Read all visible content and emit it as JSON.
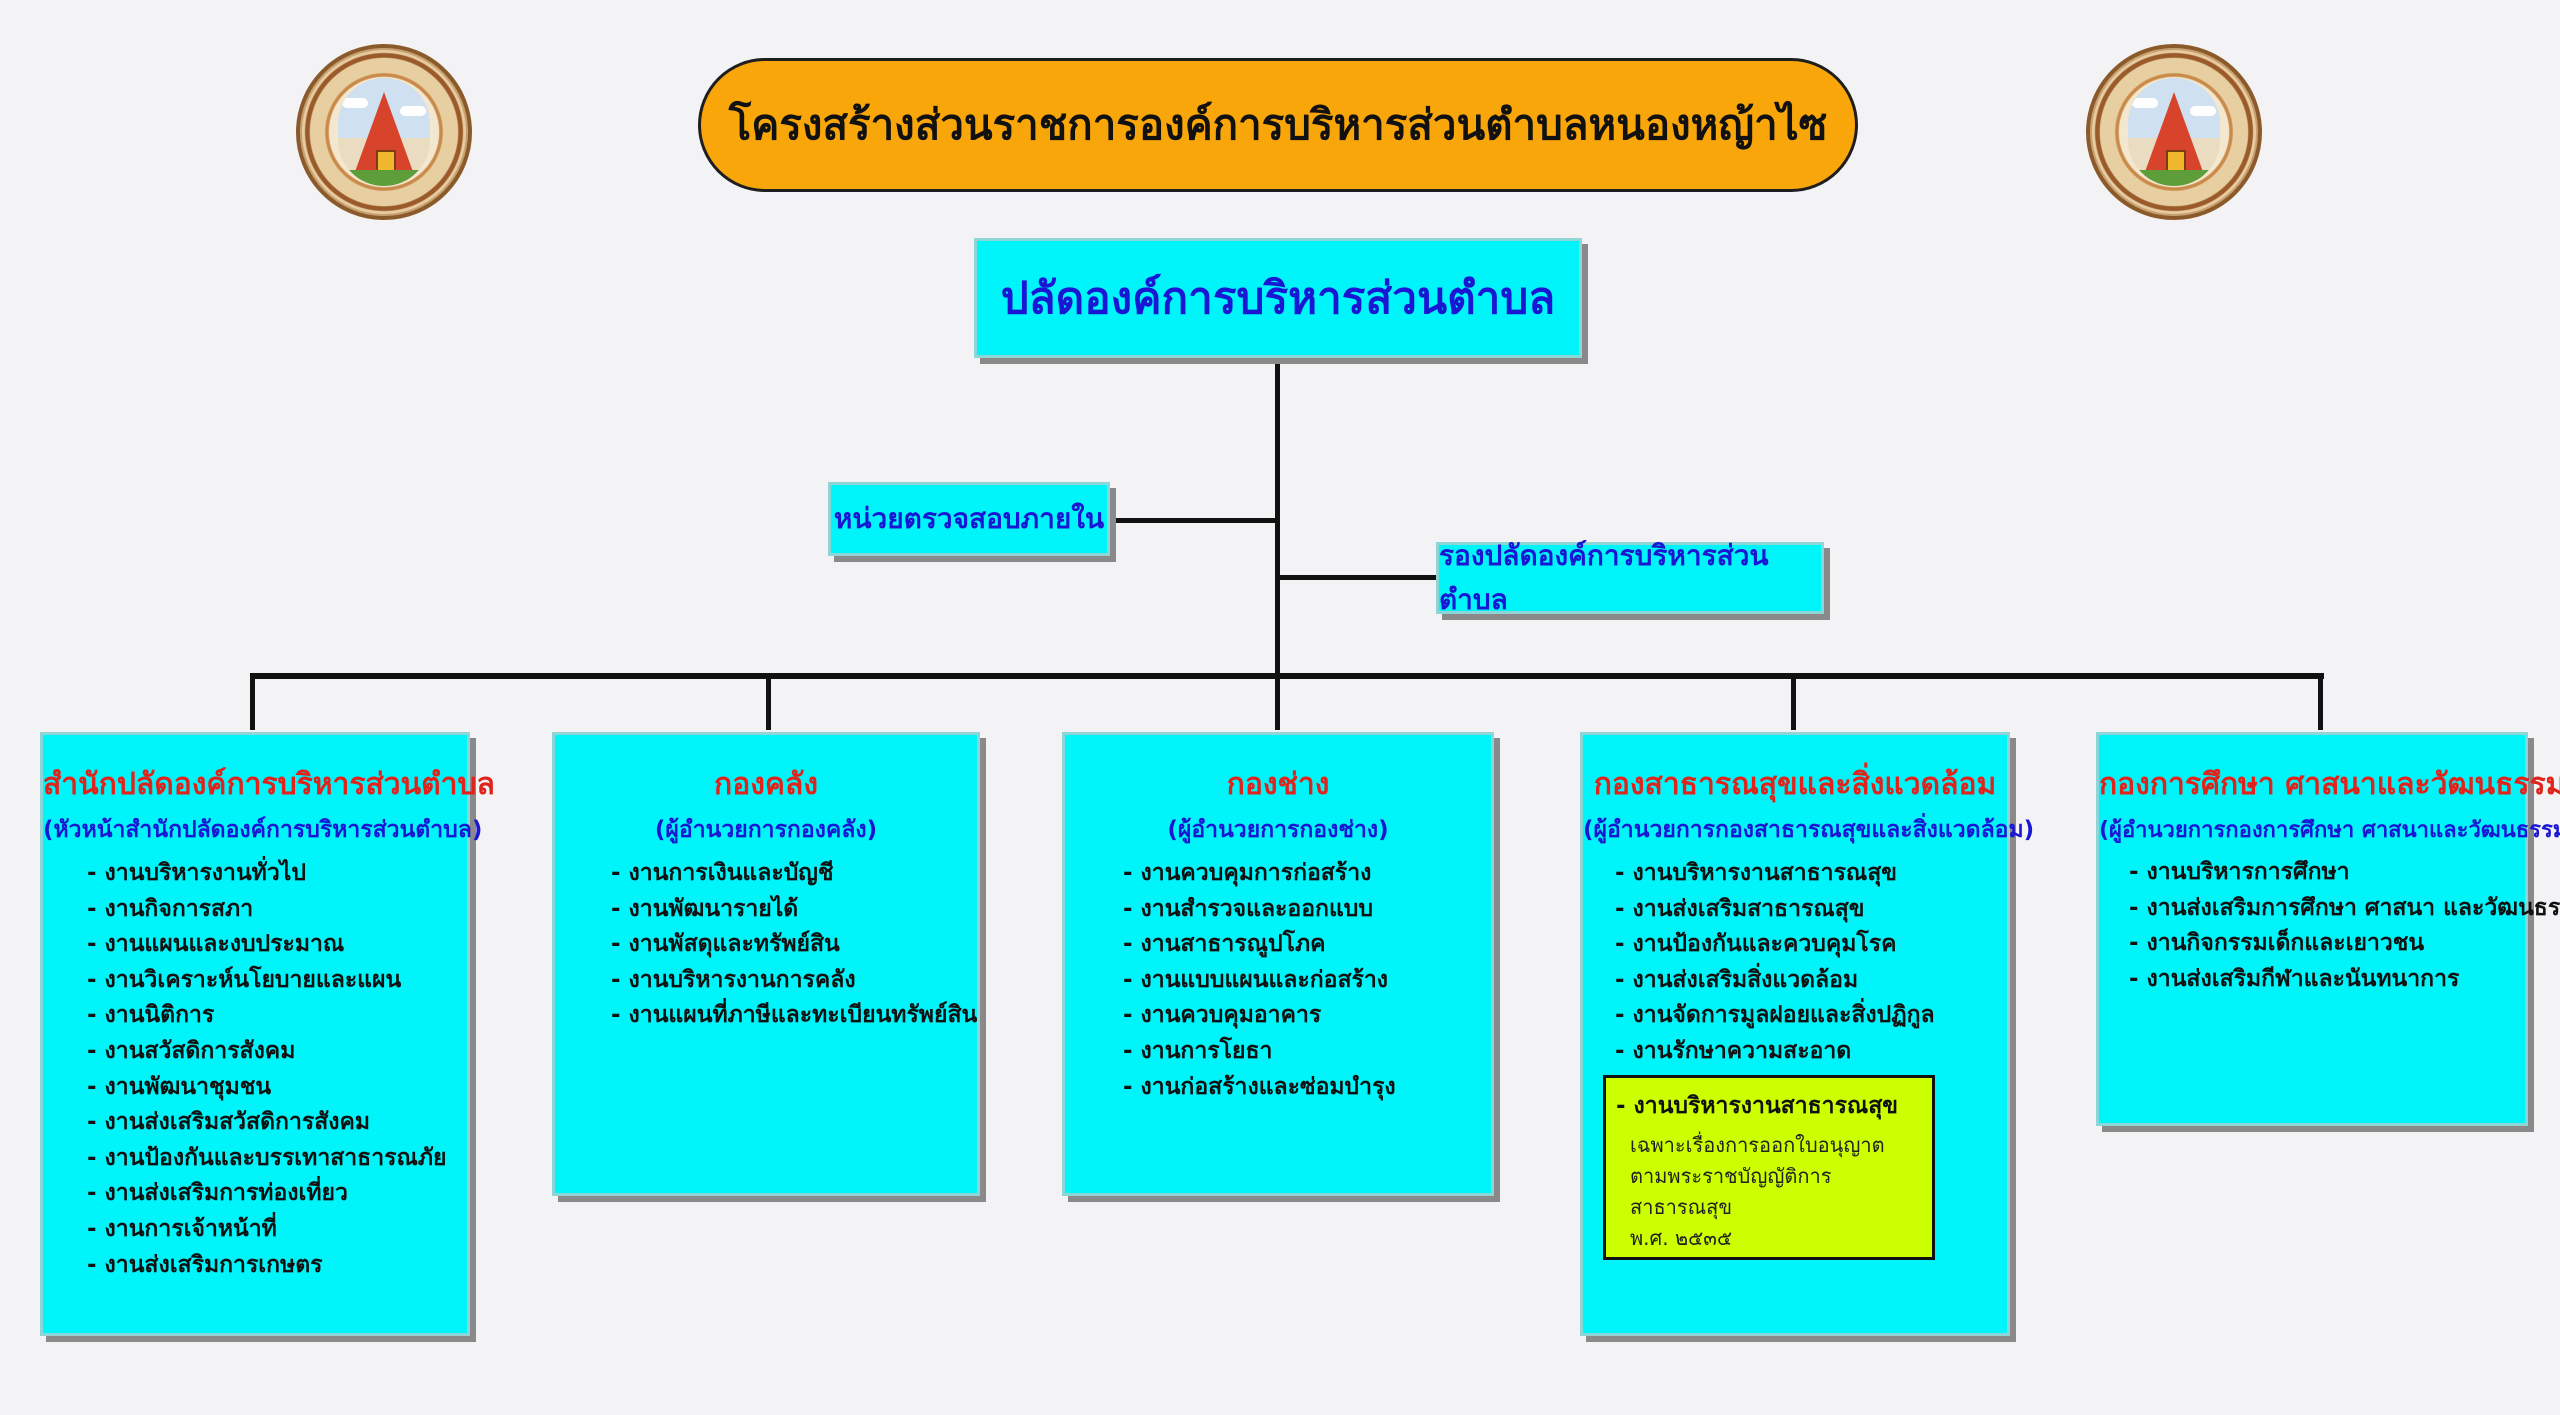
{
  "title": "โครงสร้างส่วนราชการองค์การบริหารส่วนตำบลหนองหญ้าไซ",
  "seal": {
    "label": "ตราองค์การบริหารส่วนตำบลหนองหญ้าไซ"
  },
  "head": "ปลัดองค์การบริหารส่วนตำบล",
  "audit_unit": "หน่วยตรวจสอบภายใน",
  "deputy": "รองปลัดองค์การบริหารส่วนตำบล",
  "departments": [
    {
      "title": "สำนักปลัดองค์การบริหารส่วนตำบล",
      "subtitle": "(หัวหน้าสำนักปลัดองค์การบริหารส่วนตำบล)",
      "items": [
        "- งานบริหารงานทั่วไป",
        "- งานกิจการสภา",
        "- งานแผนและงบประมาณ",
        "- งานวิเคราะห์นโยบายและแผน",
        "- งานนิติการ",
        "- งานสวัสดิการสังคม",
        "- งานพัฒนาชุมชน",
        "- งานส่งเสริมสวัสดิการสังคม",
        "- งานป้องกันและบรรเทาสาธารณภัย",
        "- งานส่งเสริมการท่องเที่ยว",
        "- งานการเจ้าหน้าที่",
        "- งานส่งเสริมการเกษตร"
      ]
    },
    {
      "title": "กองคลัง",
      "subtitle": "(ผู้อำนวยการกองคลัง)",
      "items": [
        "- งานการเงินและบัญชี",
        "- งานพัฒนารายได้",
        "- งานพัสดุและทรัพย์สิน",
        "- งานบริหารงานการคลัง",
        "- งานแผนที่ภาษีและทะเบียนทรัพย์สิน"
      ]
    },
    {
      "title": "กองช่าง",
      "subtitle": "(ผู้อำนวยการกองช่าง)",
      "items": [
        "- งานควบคุมการก่อสร้าง",
        "- งานสำรวจและออกแบบ",
        "- งานสาธารณูปโภค",
        "- งานแบบแผนและก่อสร้าง",
        "- งานควบคุมอาคาร",
        "- งานการโยธา",
        "- งานก่อสร้างและซ่อมบำรุง"
      ]
    },
    {
      "title": "กองสาธารณสุขและสิ่งแวดล้อม",
      "subtitle": "(ผู้อำนวยการกองสาธารณสุขและสิ่งแวดล้อม)",
      "items": [
        "- งานบริหารงานสาธารณสุข",
        "- งานส่งเสริมสาธารณสุข",
        "- งานป้องกันและควบคุมโรค",
        "- งานส่งเสริมสิ่งแวดล้อม",
        "- งานจัดการมูลฝอยและสิ่งปฏิกูล",
        "- งานรักษาความสะอาด"
      ]
    },
    {
      "title": "กองการศึกษา ศาสนาและวัฒนธรรม",
      "subtitle": "(ผู้อำนวยการกองการศึกษา ศาสนาและวัฒนธรรม)",
      "items": [
        "- งานบริหารการศึกษา",
        "- งานส่งเสริมการศึกษา ศาสนา และวัฒนธรรม",
        "- งานกิจกรรมเด็กและเยาวชน",
        "- งานส่งเสริมกีฬาและนันทนาการ"
      ]
    }
  ],
  "note": {
    "title": "- งานบริหารงานสาธารณสุข",
    "lines": [
      "เฉพาะเรื่องการออกใบอนุญาต",
      "ตามพระราชบัญญัติการสาธารณสุข",
      "พ.ศ. ๒๕๓๕"
    ]
  },
  "colors": {
    "title_fill": "#f9a60a",
    "box_fill": "#00f5fb",
    "dept_title": "#e0231b",
    "blue_text": "#1a17d4",
    "note_fill": "#ccff00"
  }
}
